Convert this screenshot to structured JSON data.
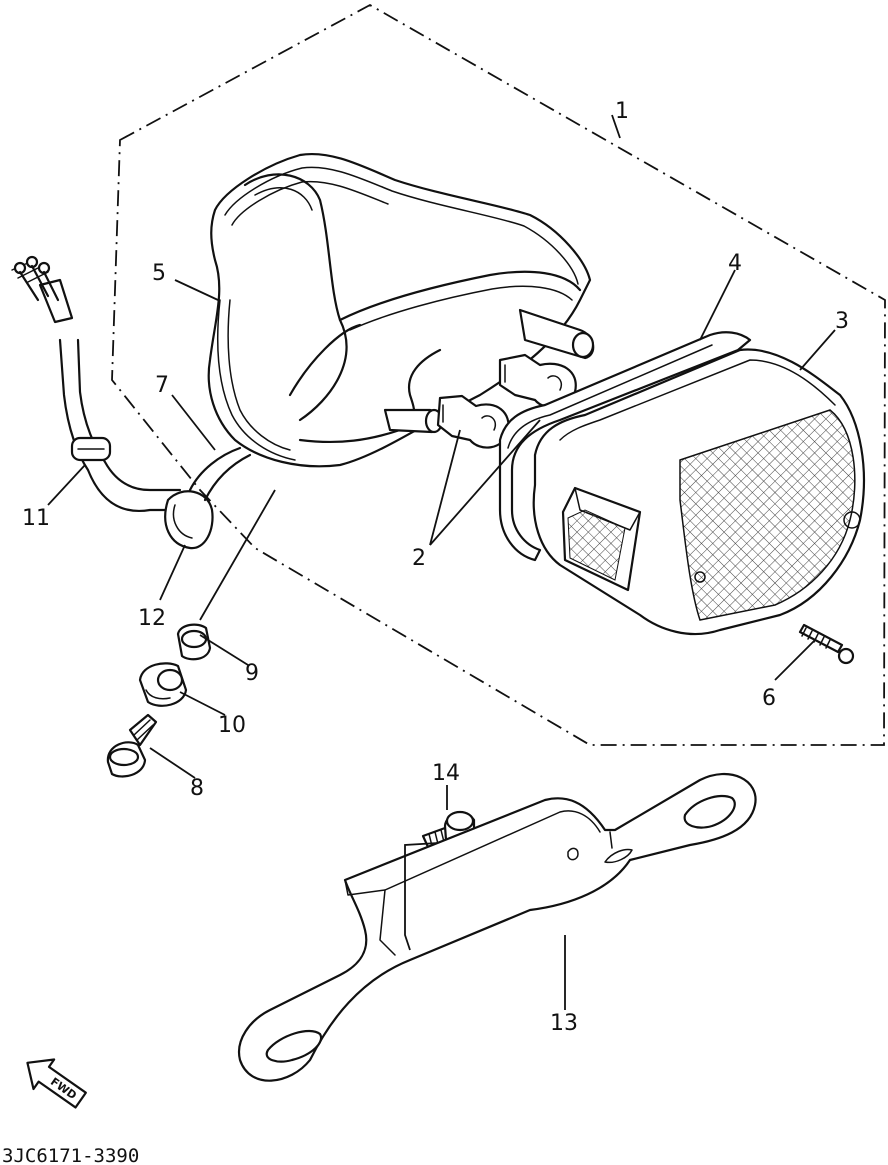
{
  "diagram": {
    "drawing_code": "3JC6171-3390",
    "direction_arrow_label": "FWD",
    "callouts": [
      "1",
      "2",
      "3",
      "4",
      "5",
      "6",
      "7",
      "8",
      "9",
      "10",
      "11",
      "12",
      "13",
      "14"
    ]
  }
}
